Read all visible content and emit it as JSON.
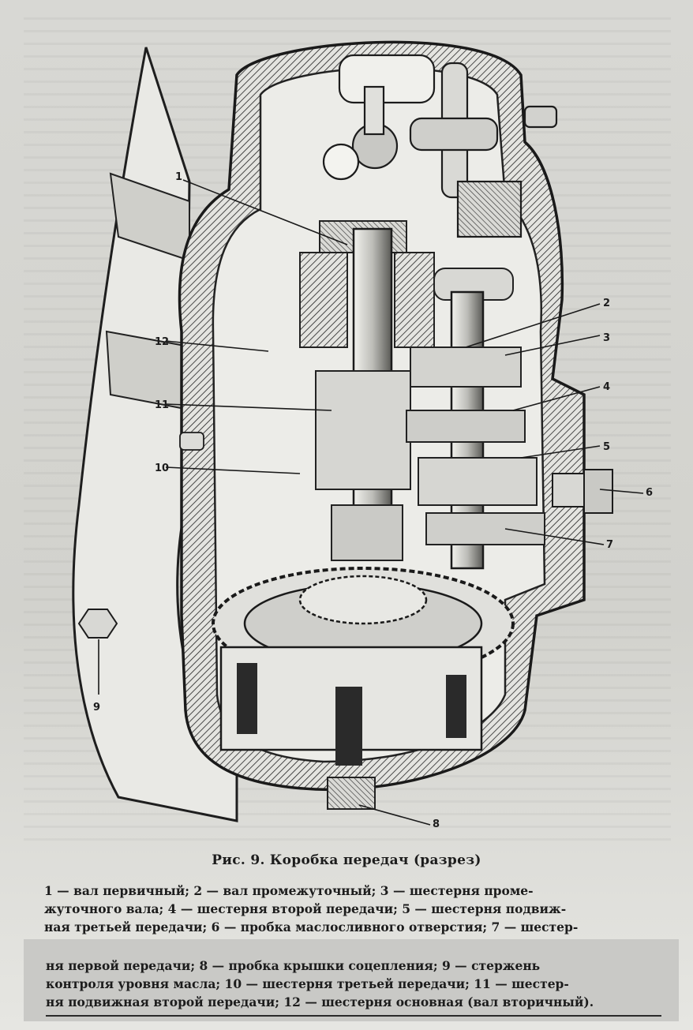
{
  "figure": {
    "caption": "Рис. 9. Коробка передач (разрез)",
    "callouts": [
      "1",
      "2",
      "3",
      "4",
      "5",
      "6",
      "7",
      "8",
      "9",
      "10",
      "11",
      "12"
    ]
  },
  "legend": {
    "line1": "1 — вал первичный; 2 — вал промежуточный; 3 — шестерня проме-",
    "line2": "жуточного вала; 4 — шестерня второй передачи; 5 — шестерня подвиж-",
    "line3": "ная третьей передачи; 6 — пробка маслосливного отверстия; 7 — шестер-",
    "line4": "ня первой передачи; 8 — пробка крышки соцепления; 9 — стержень",
    "line5": "контроля уровня масла; 10 — шестерня третьей передачи; 11 — шестер-",
    "line6": "ня подвижная второй передачи; 12 — шестерня основная (вал вторичный)."
  }
}
